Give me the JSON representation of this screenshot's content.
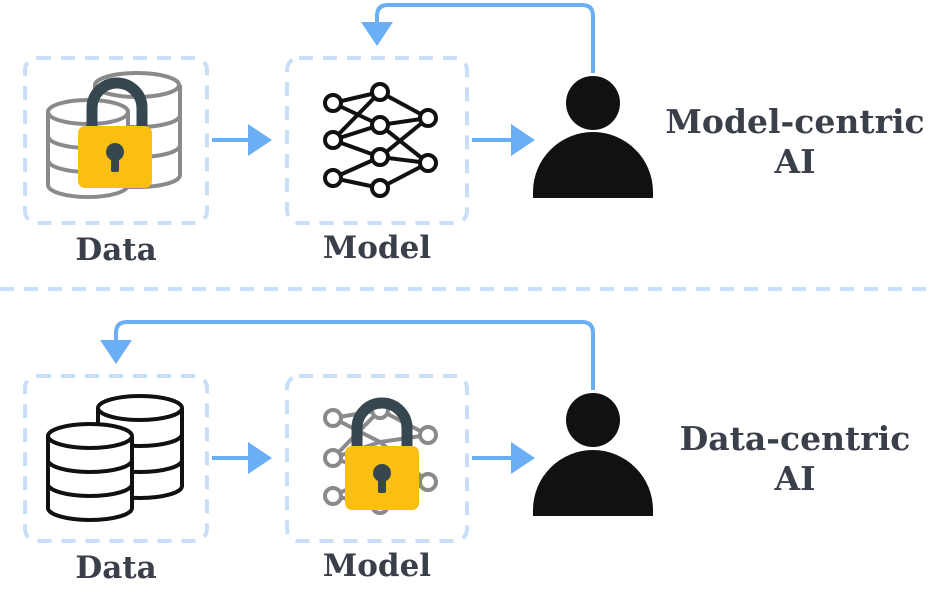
{
  "colors": {
    "arrow": "#6aaef5",
    "dashed_box": "#c9def7",
    "divider": "#c9def7",
    "lock_body": "#fbbf11",
    "lock_shackle": "#36474f",
    "icon_dark": "#111111",
    "icon_gray": "#8a8a8a",
    "text": "#3a3f4a"
  },
  "top_panel": {
    "data_label": "Data",
    "model_label": "Model",
    "side_label_line1": "Model-centric",
    "side_label_line2": "AI",
    "locked_component": "data"
  },
  "bottom_panel": {
    "data_label": "Data",
    "model_label": "Model",
    "side_label_line1": "Data-centric",
    "side_label_line2": "AI",
    "locked_component": "model"
  },
  "icons": {
    "database": "database-icon",
    "neural_network": "neural-network-icon",
    "lock": "padlock-icon",
    "user": "person-icon"
  }
}
